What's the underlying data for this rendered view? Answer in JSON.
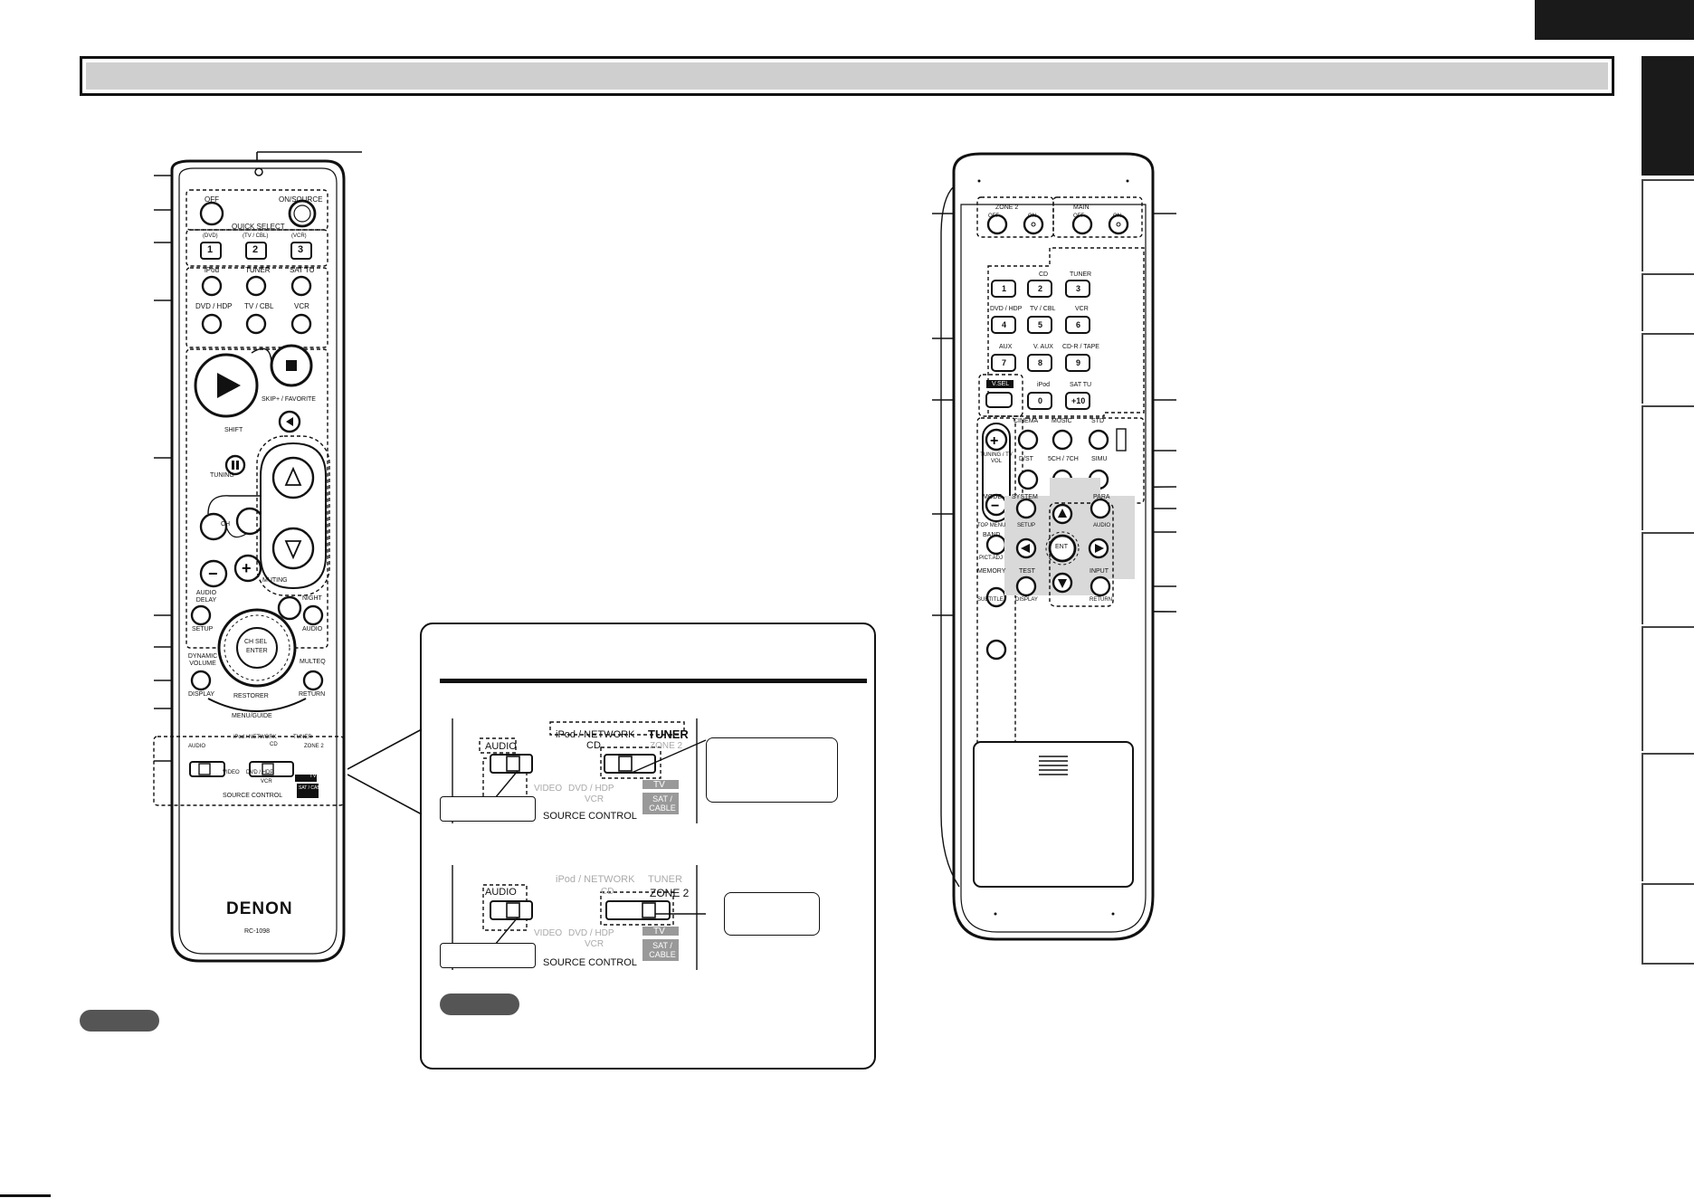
{
  "header": {
    "lang_tab_color": "#1a1a1a",
    "title_bar_color": "#cfcfcf"
  },
  "remote_front": {
    "brand": "DENON",
    "model": "RC-1098",
    "buttons": {
      "off": "OFF",
      "on_source": "ON/SOURCE",
      "quick_select": "QUICK SELECT",
      "qs1_sub": "(DVD)",
      "qs1": "1",
      "qs2_sub": "(TV / CBL)",
      "qs2": "2",
      "qs3_sub": "(VCR)",
      "qs3": "3",
      "ipod": "iPod",
      "tuner": "TUNER",
      "sat_tu": "SAT TU",
      "dvd_hdp": "DVD / HDP",
      "tv_cbl": "TV / CBL",
      "vcr": "VCR",
      "skip_favorite": "SKIP+ / FAVORITE",
      "shift": "SHIFT",
      "tuning": "TUNING",
      "ch": "CH",
      "muting": "MUTING",
      "audio_delay": "AUDIO DELAY",
      "setup": "SETUP",
      "night": "NIGHT",
      "audio": "AUDIO",
      "ch_sel": "CH SEL",
      "enter": "ENTER",
      "dynamic_volume": "DYNAMIC VOLUME",
      "display": "DISPLAY",
      "multeq": "MULTEQ",
      "return": "RETURN",
      "restorer": "RESTORER",
      "menu_guide": "MENU/GUIDE"
    },
    "switch": {
      "ipod_network": "iPod / NETWORK",
      "tuner": "TUNER",
      "audio": "AUDIO",
      "cd": "CD",
      "zone2": "ZONE 2",
      "video": "VIDEO",
      "dvd_hdp": "DVD / HDP",
      "vcr": "VCR",
      "tv": "TV",
      "sat_cable": "SAT / CABLE",
      "source_control": "SOURCE CONTROL"
    }
  },
  "inset": {
    "sw_ipod_network": "iPod / NETWORK",
    "sw_tuner": "TUNER",
    "sw_audio": "AUDIO",
    "sw_cd": "CD",
    "sw_zone2": "ZONE 2",
    "sw_video": "VIDEO",
    "sw_dvd_hdp": "DVD / HDP",
    "sw_vcr": "VCR",
    "sw_tv": "TV",
    "sw_sat_cable": "SAT / CABLE",
    "sw_source_control": "SOURCE CONTROL"
  },
  "remote_back": {
    "zone2": "ZONE 2",
    "main": "MAIN",
    "off": "OFF",
    "on": "ON",
    "cd": "CD",
    "tuner": "TUNER",
    "dvd_hdp": "DVD / HDP",
    "tv_cbl": "TV / CBL",
    "vcr": "VCR",
    "aux": "AUX",
    "v_aux": "V. AUX",
    "cdr_tape": "CD-R / TAPE",
    "v_sel": "V.SEL",
    "ipod": "iPod",
    "sat_tu": "SAT TU",
    "n1": "1",
    "n2": "2",
    "n3": "3",
    "n4": "4",
    "n5": "5",
    "n6": "6",
    "n7": "7",
    "n8": "8",
    "n9": "9",
    "n0": "0",
    "n10": "+10",
    "cinema": "CINEMA",
    "music": "MUSIC",
    "std": "STD",
    "dst": "D/ST",
    "ch57": "5CH / 7CH",
    "simu": "SIMU",
    "tuning_tvvol": "TUNING / TV VOL",
    "mode": "MODE",
    "top_menu": "TOP MENU",
    "system": "SYSTEM",
    "setup": "SETUP",
    "para": "PARA",
    "audio": "AUDIO",
    "band": "BAND",
    "pict_adj": "PICT.ADJ",
    "ent": "ENT",
    "memory": "MEMORY",
    "subtitle": "SUBTITLE",
    "test": "TEST",
    "display": "DISPLAY",
    "input": "INPUT",
    "return": "RETURN"
  }
}
